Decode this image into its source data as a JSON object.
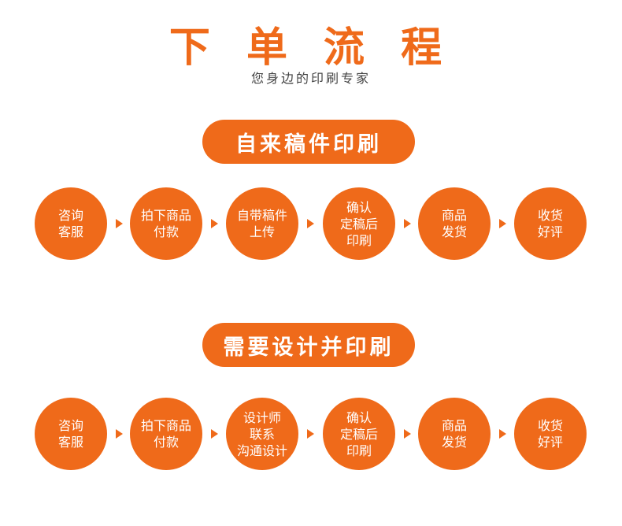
{
  "header": {
    "title": "下 单 流 程",
    "subtitle": "您身边的印刷专家"
  },
  "sections": [
    {
      "label": "自来稿件印刷",
      "steps": [
        "咨询\n客服",
        "拍下商品\n付款",
        "自带稿件\n上传",
        "确认\n定稿后\n印刷",
        "商品\n发货",
        "收货\n好评"
      ]
    },
    {
      "label": "需要设计并印刷",
      "steps": [
        "咨询\n客服",
        "拍下商品\n付款",
        "设计师\n联系\n沟通设计",
        "确认\n定稿后\n印刷",
        "商品\n发货",
        "收货\n好评"
      ]
    }
  ],
  "colors": {
    "accent": "#ef6a1a",
    "text": "#ffffff"
  },
  "icons": {
    "arrow": "arrow-right-icon"
  }
}
